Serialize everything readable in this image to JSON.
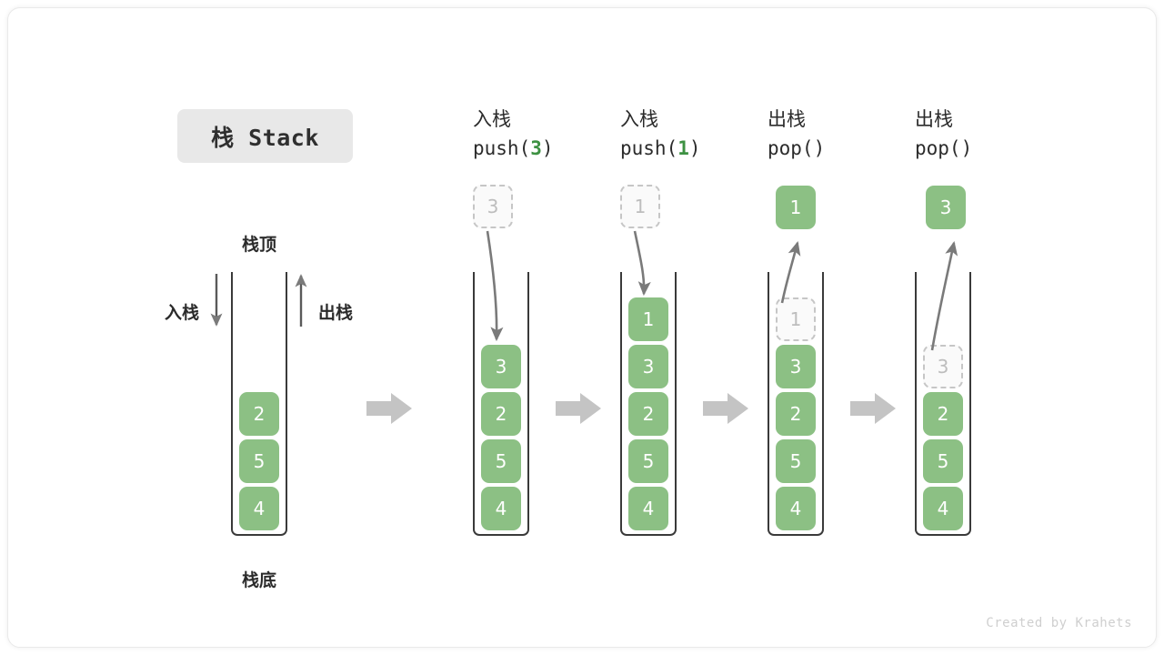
{
  "title": "栈 Stack",
  "labels": {
    "top": "栈顶",
    "bottom": "栈底",
    "push_side": "入栈",
    "pop_side": "出栈"
  },
  "footer": "Created by Krahets",
  "colors": {
    "cell_green": "#8cc084",
    "accent_green": "#3d9142",
    "ghost_gray": "#c6c6c6",
    "arrow_gray": "#7a7a7a",
    "step_arrow_gray": "#c4c4c4",
    "chip_bg": "#e8e8e8",
    "wall": "#3a3a3a"
  },
  "steps": [
    {
      "id": "initial",
      "head": "",
      "code": "",
      "code_arg": "",
      "float_cell": null,
      "cells_bottom_to_top": [
        "4",
        "5",
        "2"
      ],
      "ghost_index": -1
    },
    {
      "id": "push-3",
      "head": "入栈",
      "code_prefix": "push(",
      "code_arg": "3",
      "code_suffix": ")",
      "float_cell": {
        "value": "3",
        "style": "ghost"
      },
      "cells_bottom_to_top": [
        "4",
        "5",
        "2",
        "3"
      ],
      "ghost_index": -1
    },
    {
      "id": "push-1",
      "head": "入栈",
      "code_prefix": "push(",
      "code_arg": "1",
      "code_suffix": ")",
      "float_cell": {
        "value": "1",
        "style": "ghost"
      },
      "cells_bottom_to_top": [
        "4",
        "5",
        "2",
        "3",
        "1"
      ],
      "ghost_index": -1
    },
    {
      "id": "pop-1",
      "head": "出栈",
      "code_prefix": "pop(",
      "code_arg": "",
      "code_suffix": ")",
      "float_cell": {
        "value": "1",
        "style": "solid"
      },
      "cells_bottom_to_top": [
        "4",
        "5",
        "2",
        "3",
        "1"
      ],
      "ghost_index": 4
    },
    {
      "id": "pop-3",
      "head": "出栈",
      "code_prefix": "pop(",
      "code_arg": "",
      "code_suffix": ")",
      "float_cell": {
        "value": "3",
        "style": "ghost"
      },
      "cells_bottom_to_top": [
        "4",
        "5",
        "2",
        "3"
      ],
      "ghost_index": 3
    }
  ],
  "chart_data": {
    "type": "diagram",
    "title": "栈 Stack",
    "description": "Stack push/pop operation sequence",
    "sequence": [
      {
        "op": "initial",
        "stack_bottom_to_top": [
          4,
          5,
          2
        ]
      },
      {
        "op": "push(3)",
        "stack_bottom_to_top": [
          4,
          5,
          2,
          3
        ]
      },
      {
        "op": "push(1)",
        "stack_bottom_to_top": [
          4,
          5,
          2,
          3,
          1
        ]
      },
      {
        "op": "pop()",
        "returns": 1,
        "stack_bottom_to_top": [
          4,
          5,
          2,
          3
        ]
      },
      {
        "op": "pop()",
        "returns": 3,
        "stack_bottom_to_top": [
          4,
          5,
          2
        ]
      }
    ]
  }
}
